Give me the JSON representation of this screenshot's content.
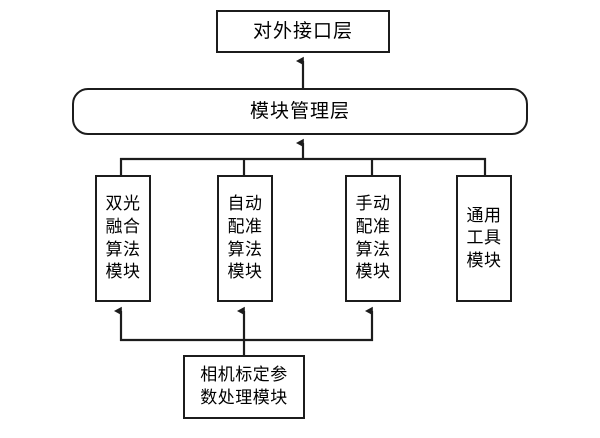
{
  "diagram": {
    "type": "block-architecture-diagram",
    "background_color": "#ffffff",
    "line_color": "#1c1c1c",
    "text_color": "#000000",
    "nodes": {
      "interface_layer": {
        "label": "对外接口层",
        "shape": "rectangle"
      },
      "module_manager_layer": {
        "label": "模块管理层",
        "shape": "rounded-rectangle"
      },
      "dual_light_fusion": {
        "label": "双光\n融合\n算法\n模块",
        "shape": "rectangle"
      },
      "auto_registration": {
        "label": "自动\n配准\n算法\n模块",
        "shape": "rectangle"
      },
      "manual_registration": {
        "label": "手动\n配准\n算法\n模块",
        "shape": "rectangle"
      },
      "general_tools": {
        "label": "通用\n工具\n模块",
        "shape": "rectangle"
      },
      "camera_calibration": {
        "label": "相机标定参\n数处理模块",
        "shape": "rectangle"
      }
    },
    "edges": [
      {
        "from": "module_manager_layer",
        "to": "interface_layer",
        "arrow": "up"
      },
      {
        "from": "module-bus",
        "to": "module_manager_layer",
        "arrow": "up"
      },
      {
        "from": "module-bus",
        "to": "dual_light_fusion",
        "arrow": "none"
      },
      {
        "from": "module-bus",
        "to": "auto_registration",
        "arrow": "none"
      },
      {
        "from": "module-bus",
        "to": "manual_registration",
        "arrow": "none"
      },
      {
        "from": "module-bus",
        "to": "general_tools",
        "arrow": "none"
      },
      {
        "from": "camera_calibration",
        "to": "dual_light_fusion",
        "arrow": "up"
      },
      {
        "from": "camera_calibration",
        "to": "auto_registration",
        "arrow": "up"
      },
      {
        "from": "camera_calibration",
        "to": "manual_registration",
        "arrow": "up"
      }
    ]
  }
}
